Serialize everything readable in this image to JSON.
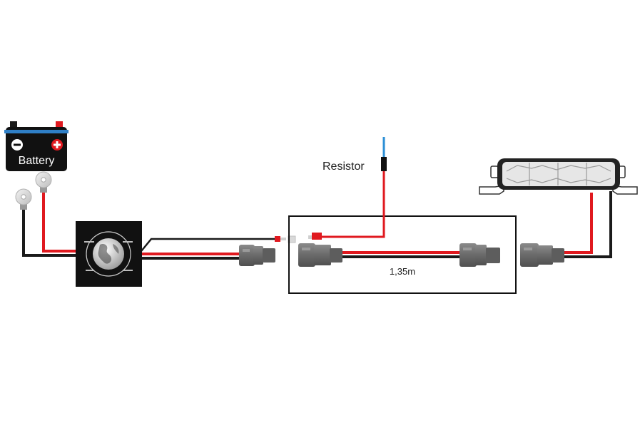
{
  "battery": {
    "label": "Battery",
    "minus_symbol": "−",
    "plus_symbol": "+"
  },
  "resistor": {
    "label": "Resistor"
  },
  "cable": {
    "length_label": "1,35m"
  },
  "relay": {
    "tiny_text": [
      "",
      "",
      "",
      ""
    ]
  },
  "colors": {
    "wire_red": "#e0191f",
    "wire_black": "#1a1a1a",
    "wire_blue": "#2c8fd6",
    "connector_grey": "#6f6f6f",
    "battery_blue": "#2f7fc6",
    "relay_black": "#111111"
  },
  "icons": [
    "battery-icon",
    "ring-terminal-icon",
    "relay-box-icon",
    "globe-icon",
    "connector-icon",
    "resistor-icon",
    "light-bar-icon"
  ]
}
